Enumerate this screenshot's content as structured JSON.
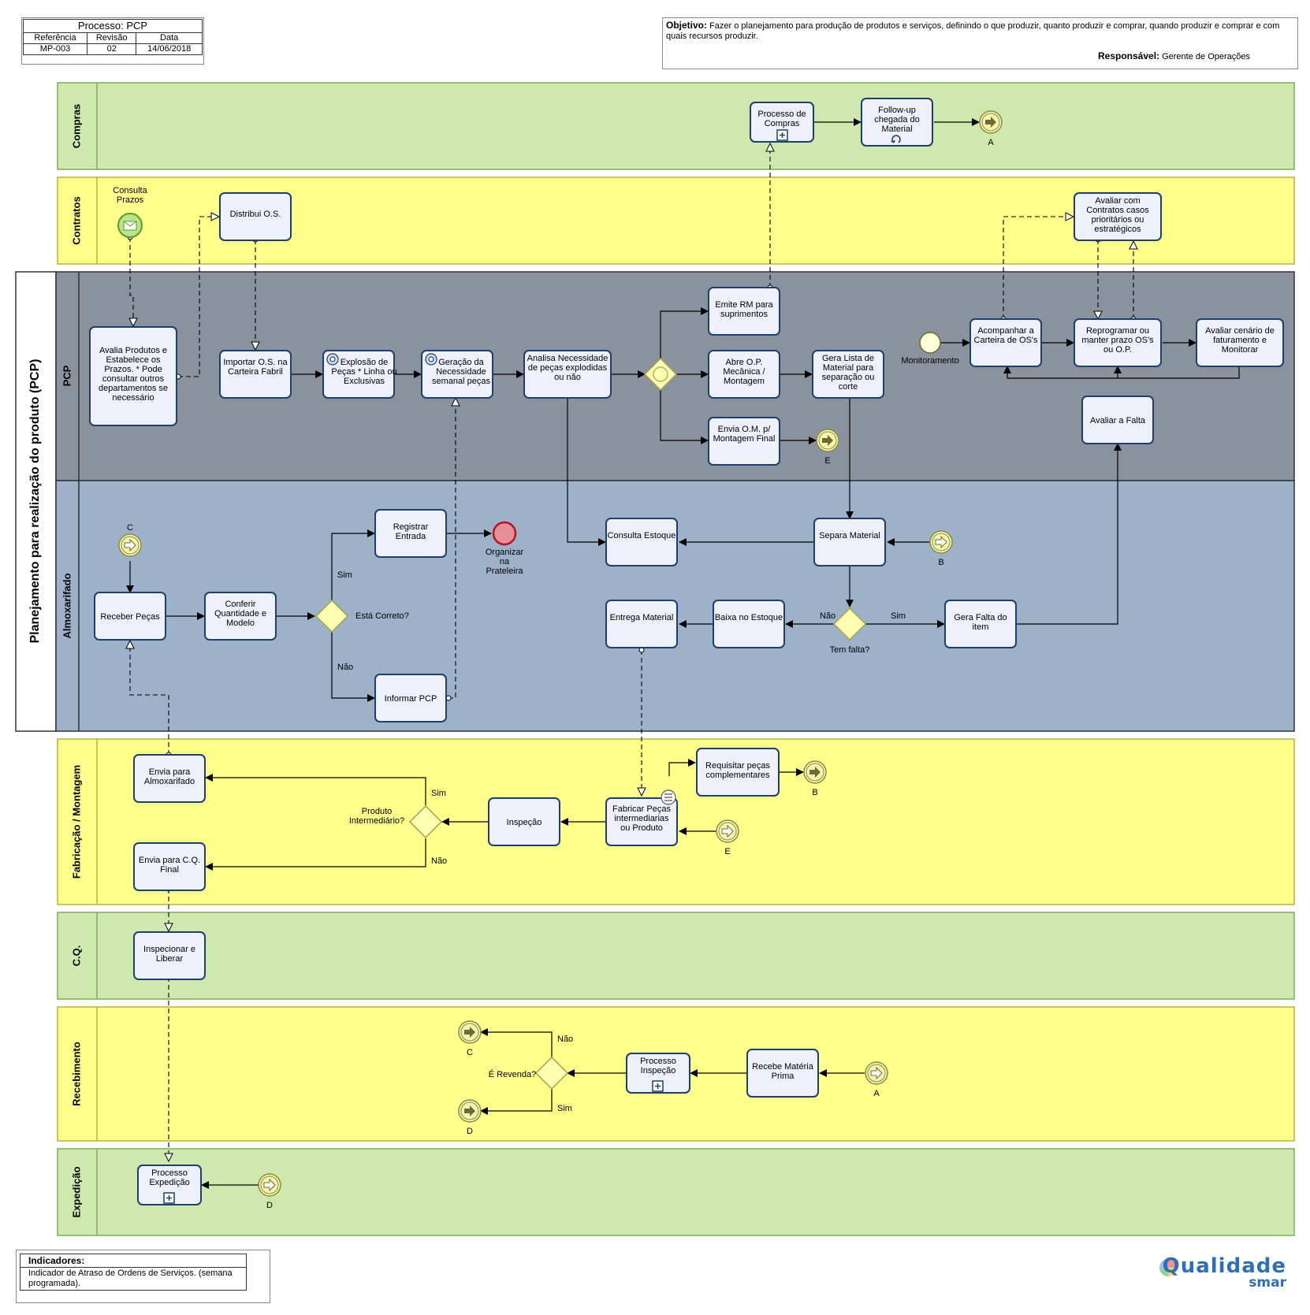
{
  "header": {
    "process_title": "Processo: PCP",
    "col_ref": "Referência",
    "col_rev": "Revisão",
    "col_date": "Data",
    "ref_value": "MP-003",
    "rev_value": "02",
    "date_value": "14/06/2018"
  },
  "objective": {
    "label": "Objetivo:",
    "text": "Fazer o planejamento para produção de produtos e serviços, definindo o que produzir, quanto produzir e comprar, quando produzir e comprar e com quais recursos produzir.",
    "resp_label": "Responsável:",
    "resp_value": "Gerente de Operações"
  },
  "indicators": {
    "title": "Indicadores:",
    "text": "Indicador de Atraso de Ordens de Serviços. (semana programada)."
  },
  "brand": {
    "name": "Qualidade",
    "sub": "smar"
  },
  "pool": {
    "title": "Planejamento para realização do produto (PCP)"
  },
  "lanes": {
    "compras": "Compras",
    "contratos": "Contratos",
    "pcp": "PCP",
    "almox": "Almoxarifado",
    "fab": "Fabricação / Montagem",
    "cq": "C.Q.",
    "receb": "Recebimento",
    "exped": "Expedição"
  },
  "tasks": {
    "proc_compras": "Processo de Compras",
    "followup": "Follow-up chegada do Material",
    "distribui": "Distribui O.S.",
    "avaliar_contratos": "Avaliar com Contratos casos prioritários ou estratégicos",
    "avalia_produtos": "Avalia Produtos e Estabelece os Prazos. * Pode consultar outros departamentos se necessário",
    "importar": "Importar O.S. na Carteira Fabril",
    "explosao": "Explosão de Peças * Linha ou Exclusivas",
    "geracao": "Geração da Necessidade semanal peças",
    "analisa": "Analisa Necessidade de peças explodidas ou não",
    "emite_rm": "Emite RM para suprimentos",
    "abre_op": "Abre O.P. Mecânica / Montagem",
    "envia_om": "Envia O.M. p/ Montagem Final",
    "gera_lista": "Gera Lista de Material para separação ou corte",
    "acompanhar": "Acompanhar a Carteira de OS's",
    "reprogramar": "Reprogramar ou manter prazo OS's ou O.P.",
    "avaliar_cenario": "Avaliar cenário de faturamento e Monitorar",
    "avaliar_falta": "Avaliar a Falta",
    "registrar": "Registrar Entrada",
    "consulta_estoque": "Consulta Estoque",
    "separa": "Separa Material",
    "receber": "Receber Peças",
    "conferir": "Conferir Quantidade e Modelo",
    "informar": "Informar PCP",
    "entrega": "Entrega Material",
    "baixa": "Baixa no Estoque",
    "gera_falta": "Gera Falta do item",
    "envia_almox": "Envia para Almoxarifado",
    "envia_cq": "Envia para C.Q. Final",
    "inspecao": "Inspeção",
    "fabricar": "Fabricar Peças intermediarias ou Produto",
    "requisitar": "Requisitar peças complementares",
    "inspecionar": "Inspecionar e Liberar",
    "proc_inspecao": "Processo Inspeção",
    "recebe_mp": "Recebe Matéria Prima",
    "proc_exped": "Processo Expedição"
  },
  "events": {
    "consulta_prazos": "Consulta Prazos",
    "monitoramento": "Monitoramento",
    "organizar": "Organizar na Prateleira"
  },
  "gateways": {
    "esta_correto": "Está Correto?",
    "tem_falta": "Tem falta?",
    "produto_int": "Produto Intermediário?",
    "e_revenda": "É Revenda?"
  },
  "flow_labels": {
    "sim": "Sim",
    "nao": "Não"
  },
  "links": {
    "A": "A",
    "B": "B",
    "C": "C",
    "D": "D",
    "E": "E"
  },
  "colors": {
    "green_lane": "#cfe8ad",
    "yellow_lane": "#ffff8c",
    "pcp_lane": "#8a929e",
    "almox_lane": "#9db1c9",
    "task_fill": "#eef1fb",
    "task_border": "#1c3f6e",
    "gateway_fill": "#ffffb0",
    "link_fill": "#f5f5b0",
    "end_fill": "#e88f96",
    "end_border": "#b0161e",
    "message_fill": "#b8e685",
    "brand_blue": "#2f6fb6"
  }
}
